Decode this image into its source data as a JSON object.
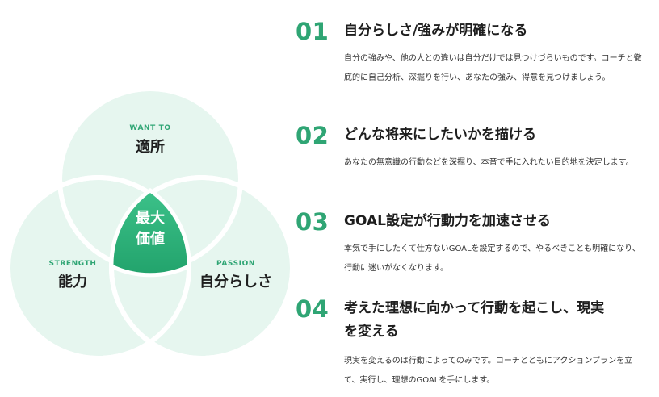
{
  "venn": {
    "circles": [
      {
        "id": "want",
        "label_en": "WANT TO",
        "label_ja": "適所"
      },
      {
        "id": "strength",
        "label_en": "STRENGTH",
        "label_ja": "能力"
      },
      {
        "id": "passion",
        "label_en": "PASSION",
        "label_ja": "自分らしさ"
      }
    ],
    "center_line1": "最大",
    "center_line2": "価値",
    "colors": {
      "circle_fill": "#e6f6ef",
      "circle_stroke": "#ffffff",
      "center_fill": "#2eb27a",
      "accent": "#2fa574"
    }
  },
  "points": [
    {
      "number": "01",
      "title": "自分らしさ/強みが明確になる",
      "body": "自分の強みや、他の人との違いは自分だけでは見つけづらいものです。コーチと徹底的に自己分析、深掘りを行い、あなたの強み、得意を見つけましょう。"
    },
    {
      "number": "02",
      "title": "どんな将来にしたいかを描ける",
      "body": "あなたの無意識の行動などを深掘り、本音で手に入れたい目的地を決定します。"
    },
    {
      "number": "03",
      "title": "GOAL設定が行動力を加速させる",
      "body": "本気で手にしたくて仕方ないGOALを設定するので、やるべきことも明確になり、行動に迷いがなくなります。"
    },
    {
      "number": "04",
      "title": "考えた理想に向かって行動を起こし、現実を変える",
      "body": "現実を変えるのは行動によってのみです。コーチとともにアクションプランを立て、実行し、理想のGOALを手にします。"
    }
  ]
}
